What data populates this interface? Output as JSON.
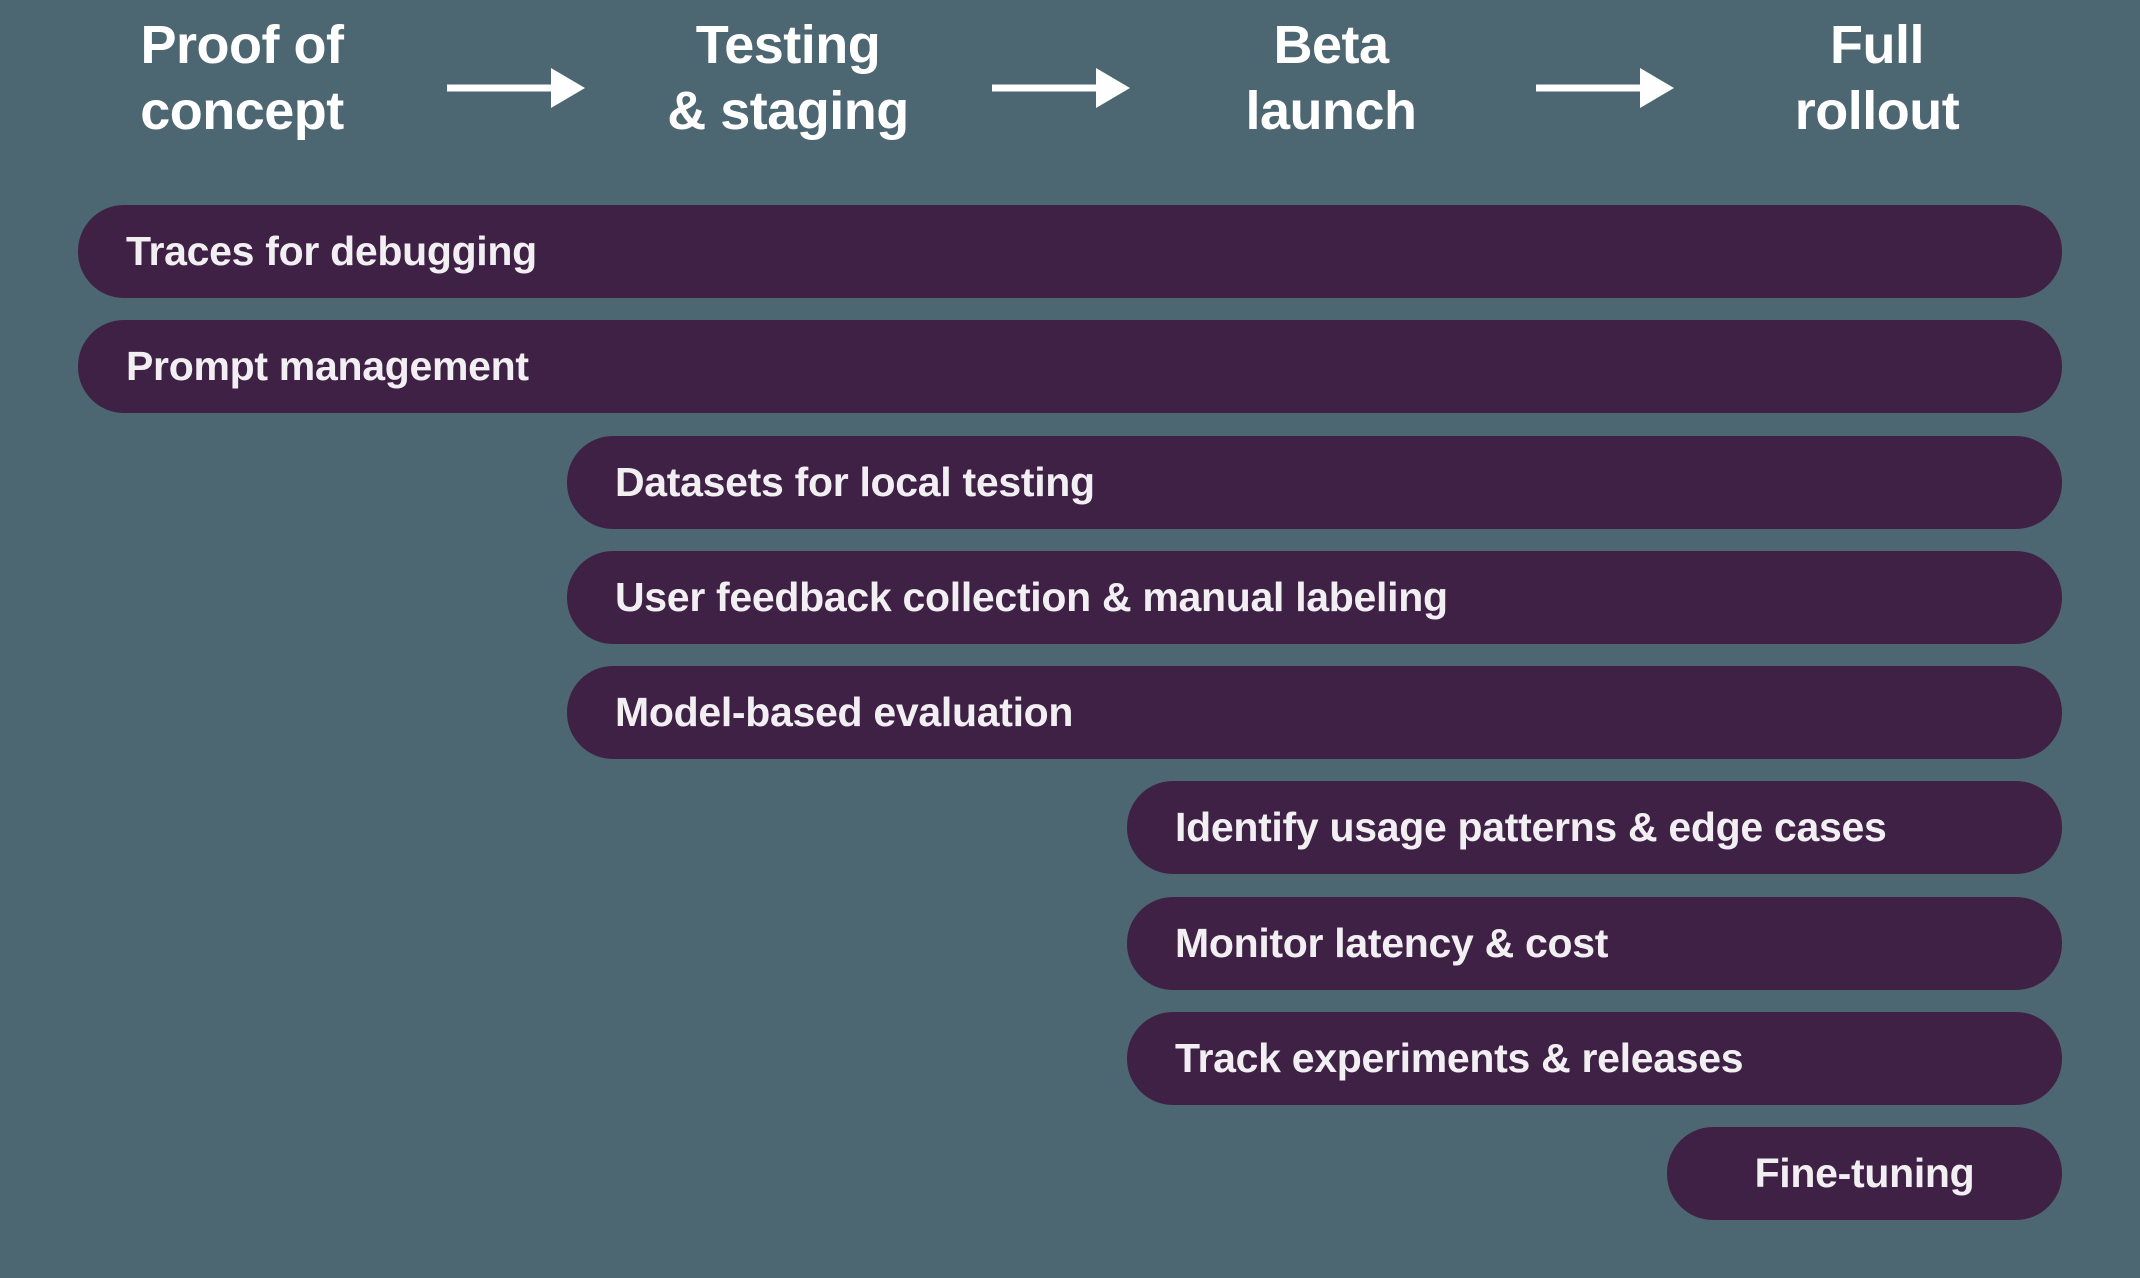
{
  "colors": {
    "background": "#4C6771",
    "bar_fill": "#3F2145",
    "bar_text": "#F2EFF3",
    "header_text": "#FFFFFF",
    "arrow": "#FFFFFF"
  },
  "stages": [
    {
      "id": "proof-of-concept",
      "line1": "Proof of",
      "line2": "concept"
    },
    {
      "id": "testing-staging",
      "line1": "Testing",
      "line2": "& staging"
    },
    {
      "id": "beta-launch",
      "line1": "Beta",
      "line2": "launch"
    },
    {
      "id": "full-rollout",
      "line1": "Full",
      "line2": "rollout"
    }
  ],
  "bars": [
    {
      "label": "Traces for debugging",
      "start_stage": "Proof of concept",
      "end_stage": "Full rollout"
    },
    {
      "label": "Prompt management",
      "start_stage": "Proof of concept",
      "end_stage": "Full rollout"
    },
    {
      "label": "Datasets for local testing",
      "start_stage": "Testing & staging",
      "end_stage": "Full rollout"
    },
    {
      "label": "User feedback collection & manual labeling",
      "start_stage": "Testing & staging",
      "end_stage": "Full rollout"
    },
    {
      "label": "Model-based evaluation",
      "start_stage": "Testing & staging",
      "end_stage": "Full rollout"
    },
    {
      "label": "Identify usage patterns & edge cases",
      "start_stage": "Beta launch",
      "end_stage": "Full rollout"
    },
    {
      "label": "Monitor latency & cost",
      "start_stage": "Beta launch",
      "end_stage": "Full rollout"
    },
    {
      "label": "Track experiments & releases",
      "start_stage": "Beta launch",
      "end_stage": "Full rollout"
    },
    {
      "label": "Fine-tuning",
      "start_stage": "Full rollout",
      "end_stage": "Full rollout"
    }
  ]
}
